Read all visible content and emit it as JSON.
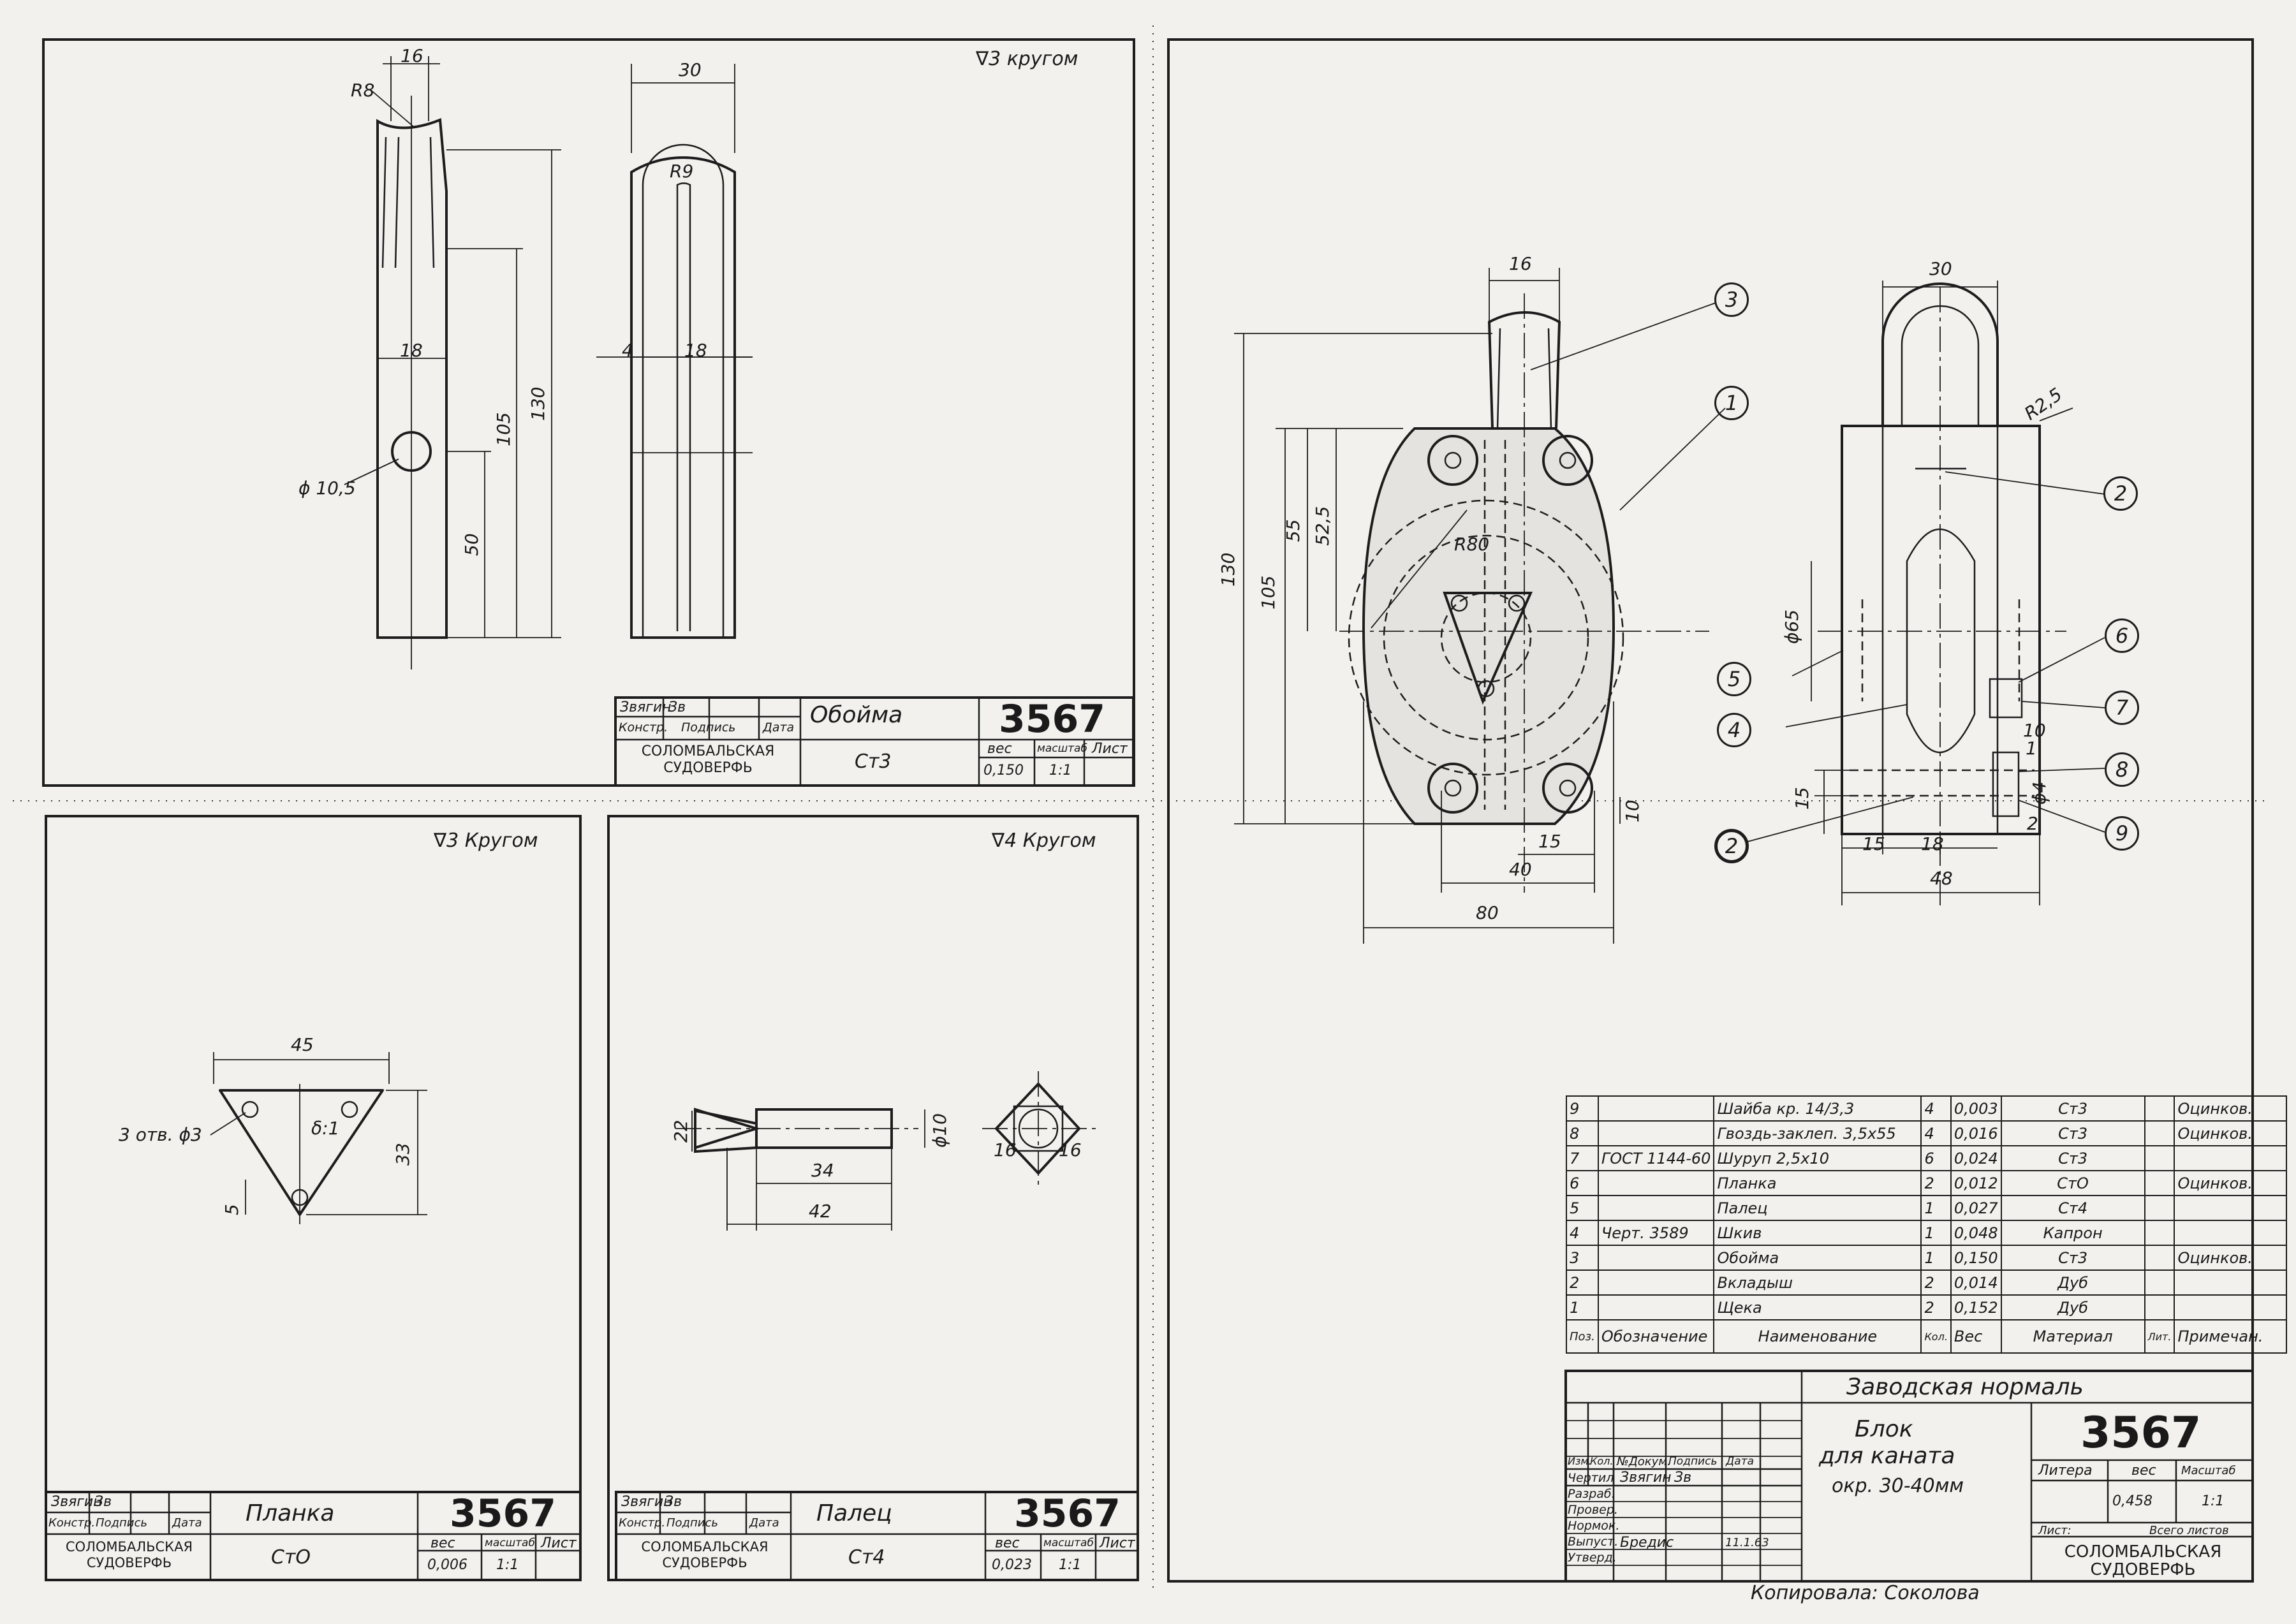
{
  "fig_top_left": {
    "roughness": "∇3 кругом",
    "dims": [
      "16",
      "R8",
      "30",
      "R9",
      "18",
      "4",
      "18",
      "130",
      "105",
      "50",
      "ϕ 10,5"
    ],
    "title_block": {
      "row1": [
        "Звягин",
        "Зв"
      ],
      "row2": [
        "Констр.",
        "Подпись",
        "Дата"
      ],
      "org": "СОЛОМБАЛЬСКАЯ СУДОВЕРФЬ",
      "part_name": "Обойма",
      "material": "Ст3",
      "number": "3567",
      "weight_label": "вес",
      "scale_label": "масштаб",
      "sheet_label": "Лист",
      "weight": "0,150",
      "scale": "1:1"
    }
  },
  "fig_bottom_left": {
    "roughness": "∇3 Кругом",
    "dims": [
      "45",
      "3 отв. ϕ3",
      "δ:1",
      "33",
      "5"
    ],
    "title_block": {
      "row1": [
        "Звягин",
        "Зв"
      ],
      "row2": [
        "Констр.",
        "Подпись",
        "Дата"
      ],
      "org": "СОЛОМБАЛЬСКАЯ СУДОВЕРФЬ",
      "part_name": "Планка",
      "material": "СтО",
      "number": "3567",
      "weight_label": "вес",
      "scale_label": "масштаб",
      "sheet_label": "Лист",
      "weight": "0,006",
      "scale": "1:1"
    }
  },
  "fig_bottom_mid": {
    "roughness": "∇4 Кругом",
    "dims": [
      "22",
      "34",
      "42",
      "ϕ10",
      "16",
      "16"
    ],
    "title_block": {
      "row1": [
        "Звягин",
        "Зв"
      ],
      "row2": [
        "Констр.",
        "Подпись",
        "Дата"
      ],
      "org": "СОЛОМБАЛЬСКАЯ СУДОВЕРФЬ",
      "part_name": "Палец",
      "material": "Ст4",
      "number": "3567",
      "weight_label": "вес",
      "scale_label": "масштаб",
      "sheet_label": "Лист",
      "weight": "0,023",
      "scale": "1:1"
    }
  },
  "assembly": {
    "dims_front": [
      "16",
      "130",
      "105",
      "55",
      "52,5",
      "R80",
      "10",
      "15",
      "40",
      "80"
    ],
    "dims_side": [
      "30",
      "R2,5",
      "ϕ65",
      "10",
      "1",
      "ϕ4",
      "2",
      "15",
      "15",
      "18",
      "48"
    ],
    "balloons": [
      "3",
      "1",
      "2",
      "5",
      "4",
      "6",
      "7",
      "8",
      "9",
      "2"
    ]
  },
  "parts_list": {
    "header": [
      "Поз.",
      "Обозначение",
      "Наименование",
      "Кол.",
      "Вес",
      "Материал",
      "Лит.",
      "Примечан."
    ],
    "rows": [
      [
        "9",
        "",
        "Шайба кр. 14/3,3",
        "4",
        "0,003",
        "Ст3",
        "",
        "Оцинков."
      ],
      [
        "8",
        "",
        "Гвоздь-заклеп. 3,5x55",
        "4",
        "0,016",
        "Ст3",
        "",
        "Оцинков."
      ],
      [
        "7",
        "ГОСТ 1144-60",
        "Шуруп 2,5x10",
        "6",
        "0,024",
        "Ст3",
        "",
        ""
      ],
      [
        "6",
        "",
        "Планка",
        "2",
        "0,012",
        "СтО",
        "",
        "Оцинков."
      ],
      [
        "5",
        "",
        "Палец",
        "1",
        "0,027",
        "Ст4",
        "",
        ""
      ],
      [
        "4",
        "Черт. 3589",
        "Шкив",
        "1",
        "0,048",
        "Капрон",
        "",
        ""
      ],
      [
        "3",
        "",
        "Обойма",
        "1",
        "0,150",
        "Ст3",
        "",
        "Оцинков."
      ],
      [
        "2",
        "",
        "Вкладыш",
        "2",
        "0,014",
        "Дуб",
        "",
        ""
      ],
      [
        "1",
        "",
        "Щека",
        "2",
        "0,152",
        "Дуб",
        "",
        ""
      ]
    ]
  },
  "main_title": {
    "standard": "Заводская нормаль",
    "name_line1": "Блок",
    "name_line2": "для каната",
    "name_line3": "окр. 30-40мм",
    "number": "3567",
    "litera_label": "Литера",
    "weight_label": "вес",
    "scale_label": "Масштаб",
    "weight": "0,458",
    "scale": "1:1",
    "sheet_label": "Лист:",
    "sheets_total_label": "Всего листов",
    "org": "СОЛОМБАЛЬСКАЯ СУДОВЕРФЬ",
    "cols": [
      "Изм.",
      "Кол.",
      "№Докум.",
      "Подпись",
      "Дата"
    ],
    "roles": [
      "Чертил",
      "Разраб.",
      "Провер.",
      "Нормок.",
      "Выпуст.",
      "Утверд."
    ],
    "drawn_by": "Звягин",
    "released_by": "Бредис",
    "date": "11.1.63",
    "signature_drawn": "Зв"
  },
  "copied_by": "Копировала: Соколова"
}
